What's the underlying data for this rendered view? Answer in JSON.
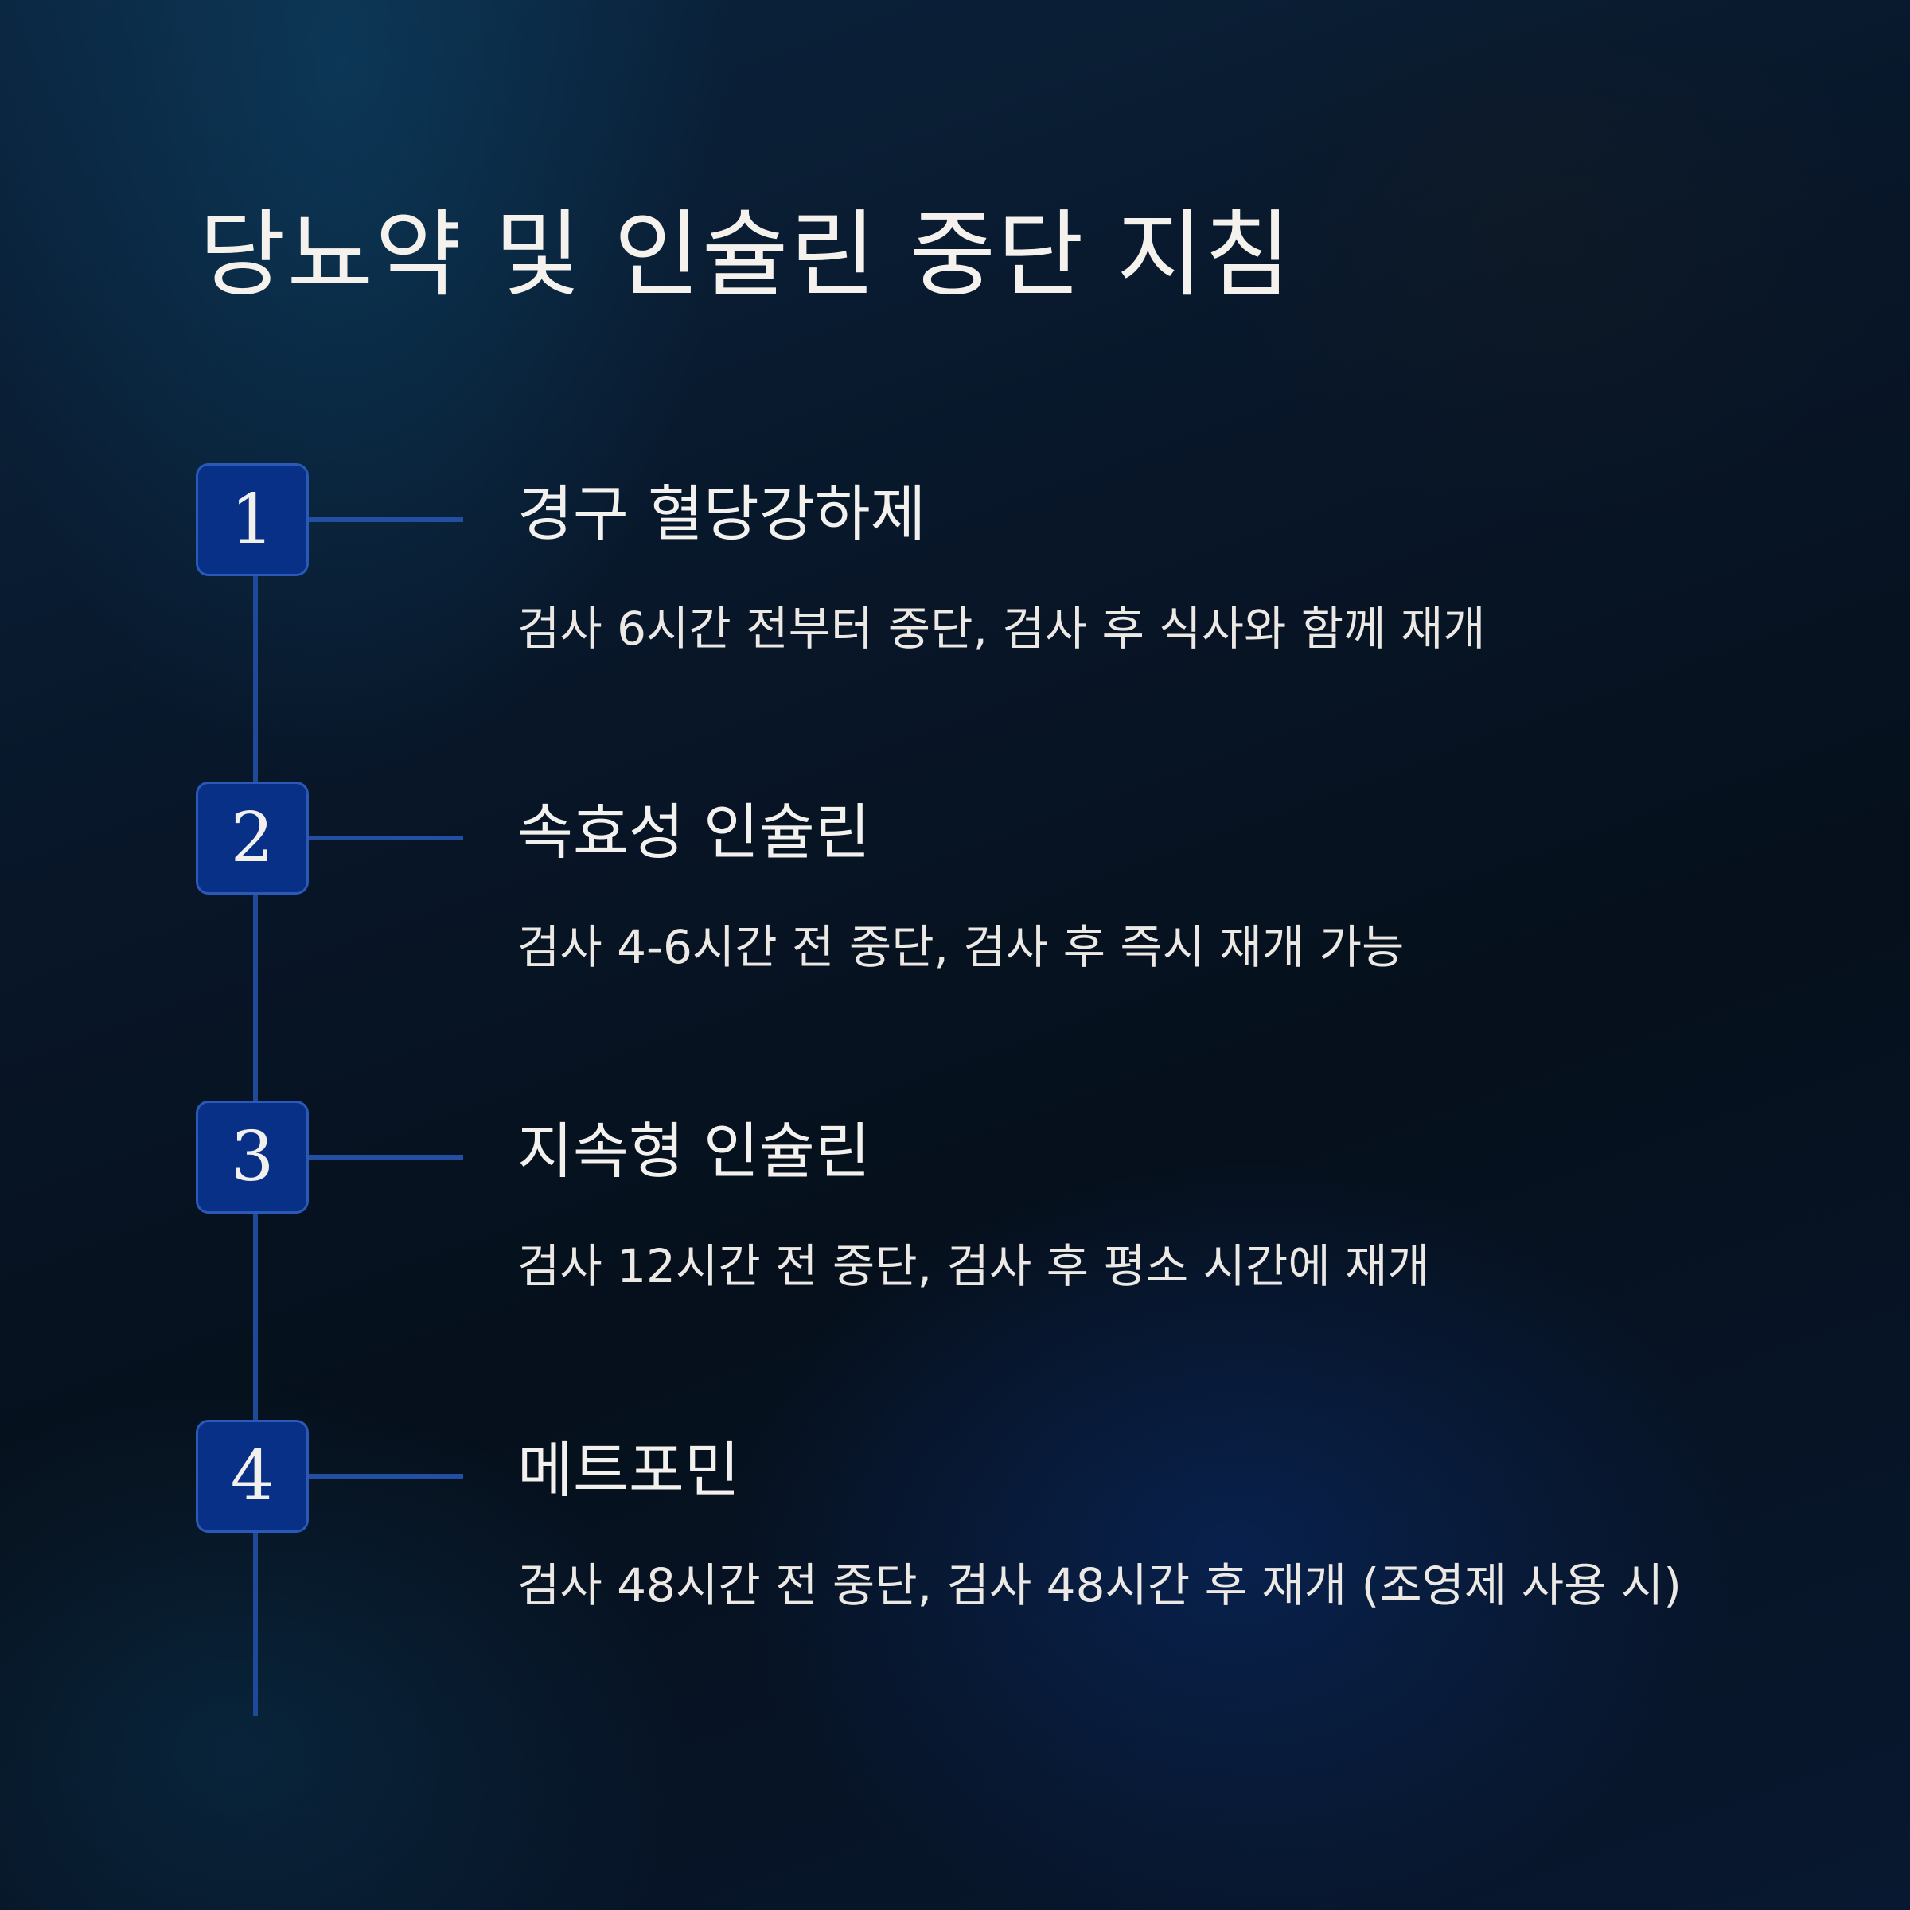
{
  "title": "당뇨약 및 인슐린 중단 지침",
  "steps": [
    {
      "number": "1",
      "title": "경구 혈당강하제",
      "description": "검사 6시간 전부터 중단, 검사 후 식사와 함께 재개"
    },
    {
      "number": "2",
      "title": "속효성 인슐린",
      "description": "검사 4-6시간 전 중단, 검사 후 즉시 재개 가능"
    },
    {
      "number": "3",
      "title": "지속형 인슐린",
      "description": "검사 12시간 전 중단, 검사 후 평소 시간에 재개"
    },
    {
      "number": "4",
      "title": "메트포민",
      "description": "검사 48시간 전 중단, 검사 48시간 후 재개 (조영제 사용 시)"
    }
  ],
  "colors": {
    "badge_fill": "#083087",
    "line": "#1f4a9a",
    "text": "#f3f1ee"
  }
}
